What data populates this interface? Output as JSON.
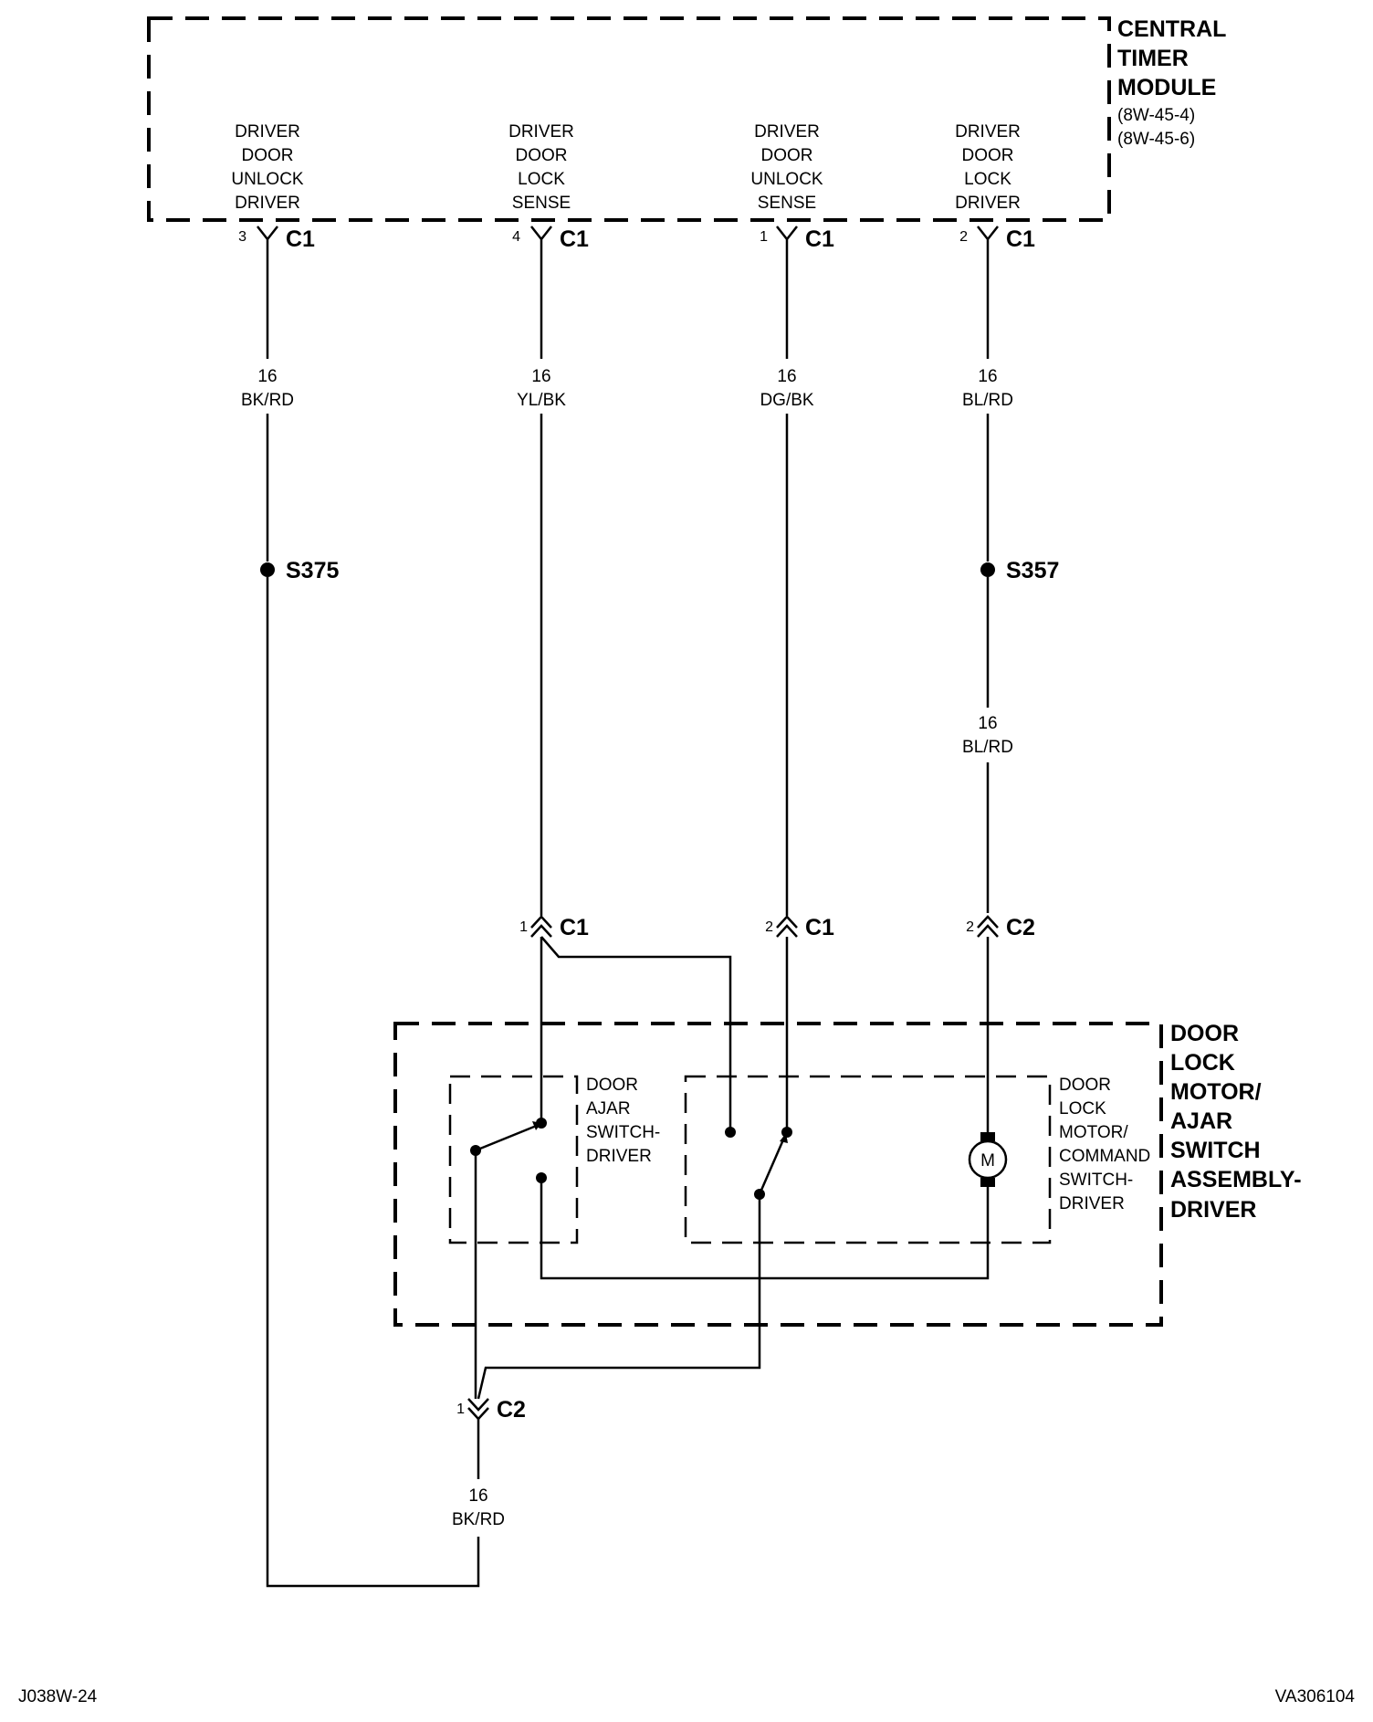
{
  "ctm": {
    "title_lines": [
      "CENTRAL",
      "TIMER",
      "MODULE"
    ],
    "refs": [
      "(8W-45-4)",
      "(8W-45-6)"
    ],
    "pins": [
      {
        "lines": [
          "DRIVER",
          "DOOR",
          "UNLOCK",
          "DRIVER"
        ],
        "pin": "3",
        "connector": "C1"
      },
      {
        "lines": [
          "DRIVER",
          "DOOR",
          "LOCK",
          "SENSE"
        ],
        "pin": "4",
        "connector": "C1"
      },
      {
        "lines": [
          "DRIVER",
          "DOOR",
          "UNLOCK",
          "SENSE"
        ],
        "pin": "1",
        "connector": "C1"
      },
      {
        "lines": [
          "DRIVER",
          "DOOR",
          "LOCK",
          "DRIVER"
        ],
        "pin": "2",
        "connector": "C1"
      }
    ]
  },
  "wires": [
    {
      "gauge": "16",
      "color": "BK/RD"
    },
    {
      "gauge": "16",
      "color": "YL/BK"
    },
    {
      "gauge": "16",
      "color": "DG/BK"
    },
    {
      "gauge": "16",
      "color": "BL/RD"
    },
    {
      "gauge": "16",
      "color": "BL/RD"
    },
    {
      "gauge": "16",
      "color": "BK/RD"
    }
  ],
  "splices": [
    "S375",
    "S357"
  ],
  "assembly_connectors": [
    {
      "pin": "1",
      "connector": "C1"
    },
    {
      "pin": "2",
      "connector": "C1"
    },
    {
      "pin": "2",
      "connector": "C2"
    },
    {
      "pin": "1",
      "connector": "C2"
    }
  ],
  "assembly": {
    "title_lines": [
      "DOOR",
      "LOCK",
      "MOTOR/",
      "AJAR",
      "SWITCH",
      "ASSEMBLY-",
      "DRIVER"
    ],
    "ajar_switch_lines": [
      "DOOR",
      "AJAR",
      "SWITCH-",
      "DRIVER"
    ],
    "motor_switch_lines": [
      "DOOR",
      "LOCK",
      "MOTOR/",
      "COMMAND",
      "SWITCH-",
      "DRIVER"
    ],
    "motor_symbol": "M"
  },
  "footer": {
    "left": "J038W-24",
    "right": "VA306104"
  }
}
